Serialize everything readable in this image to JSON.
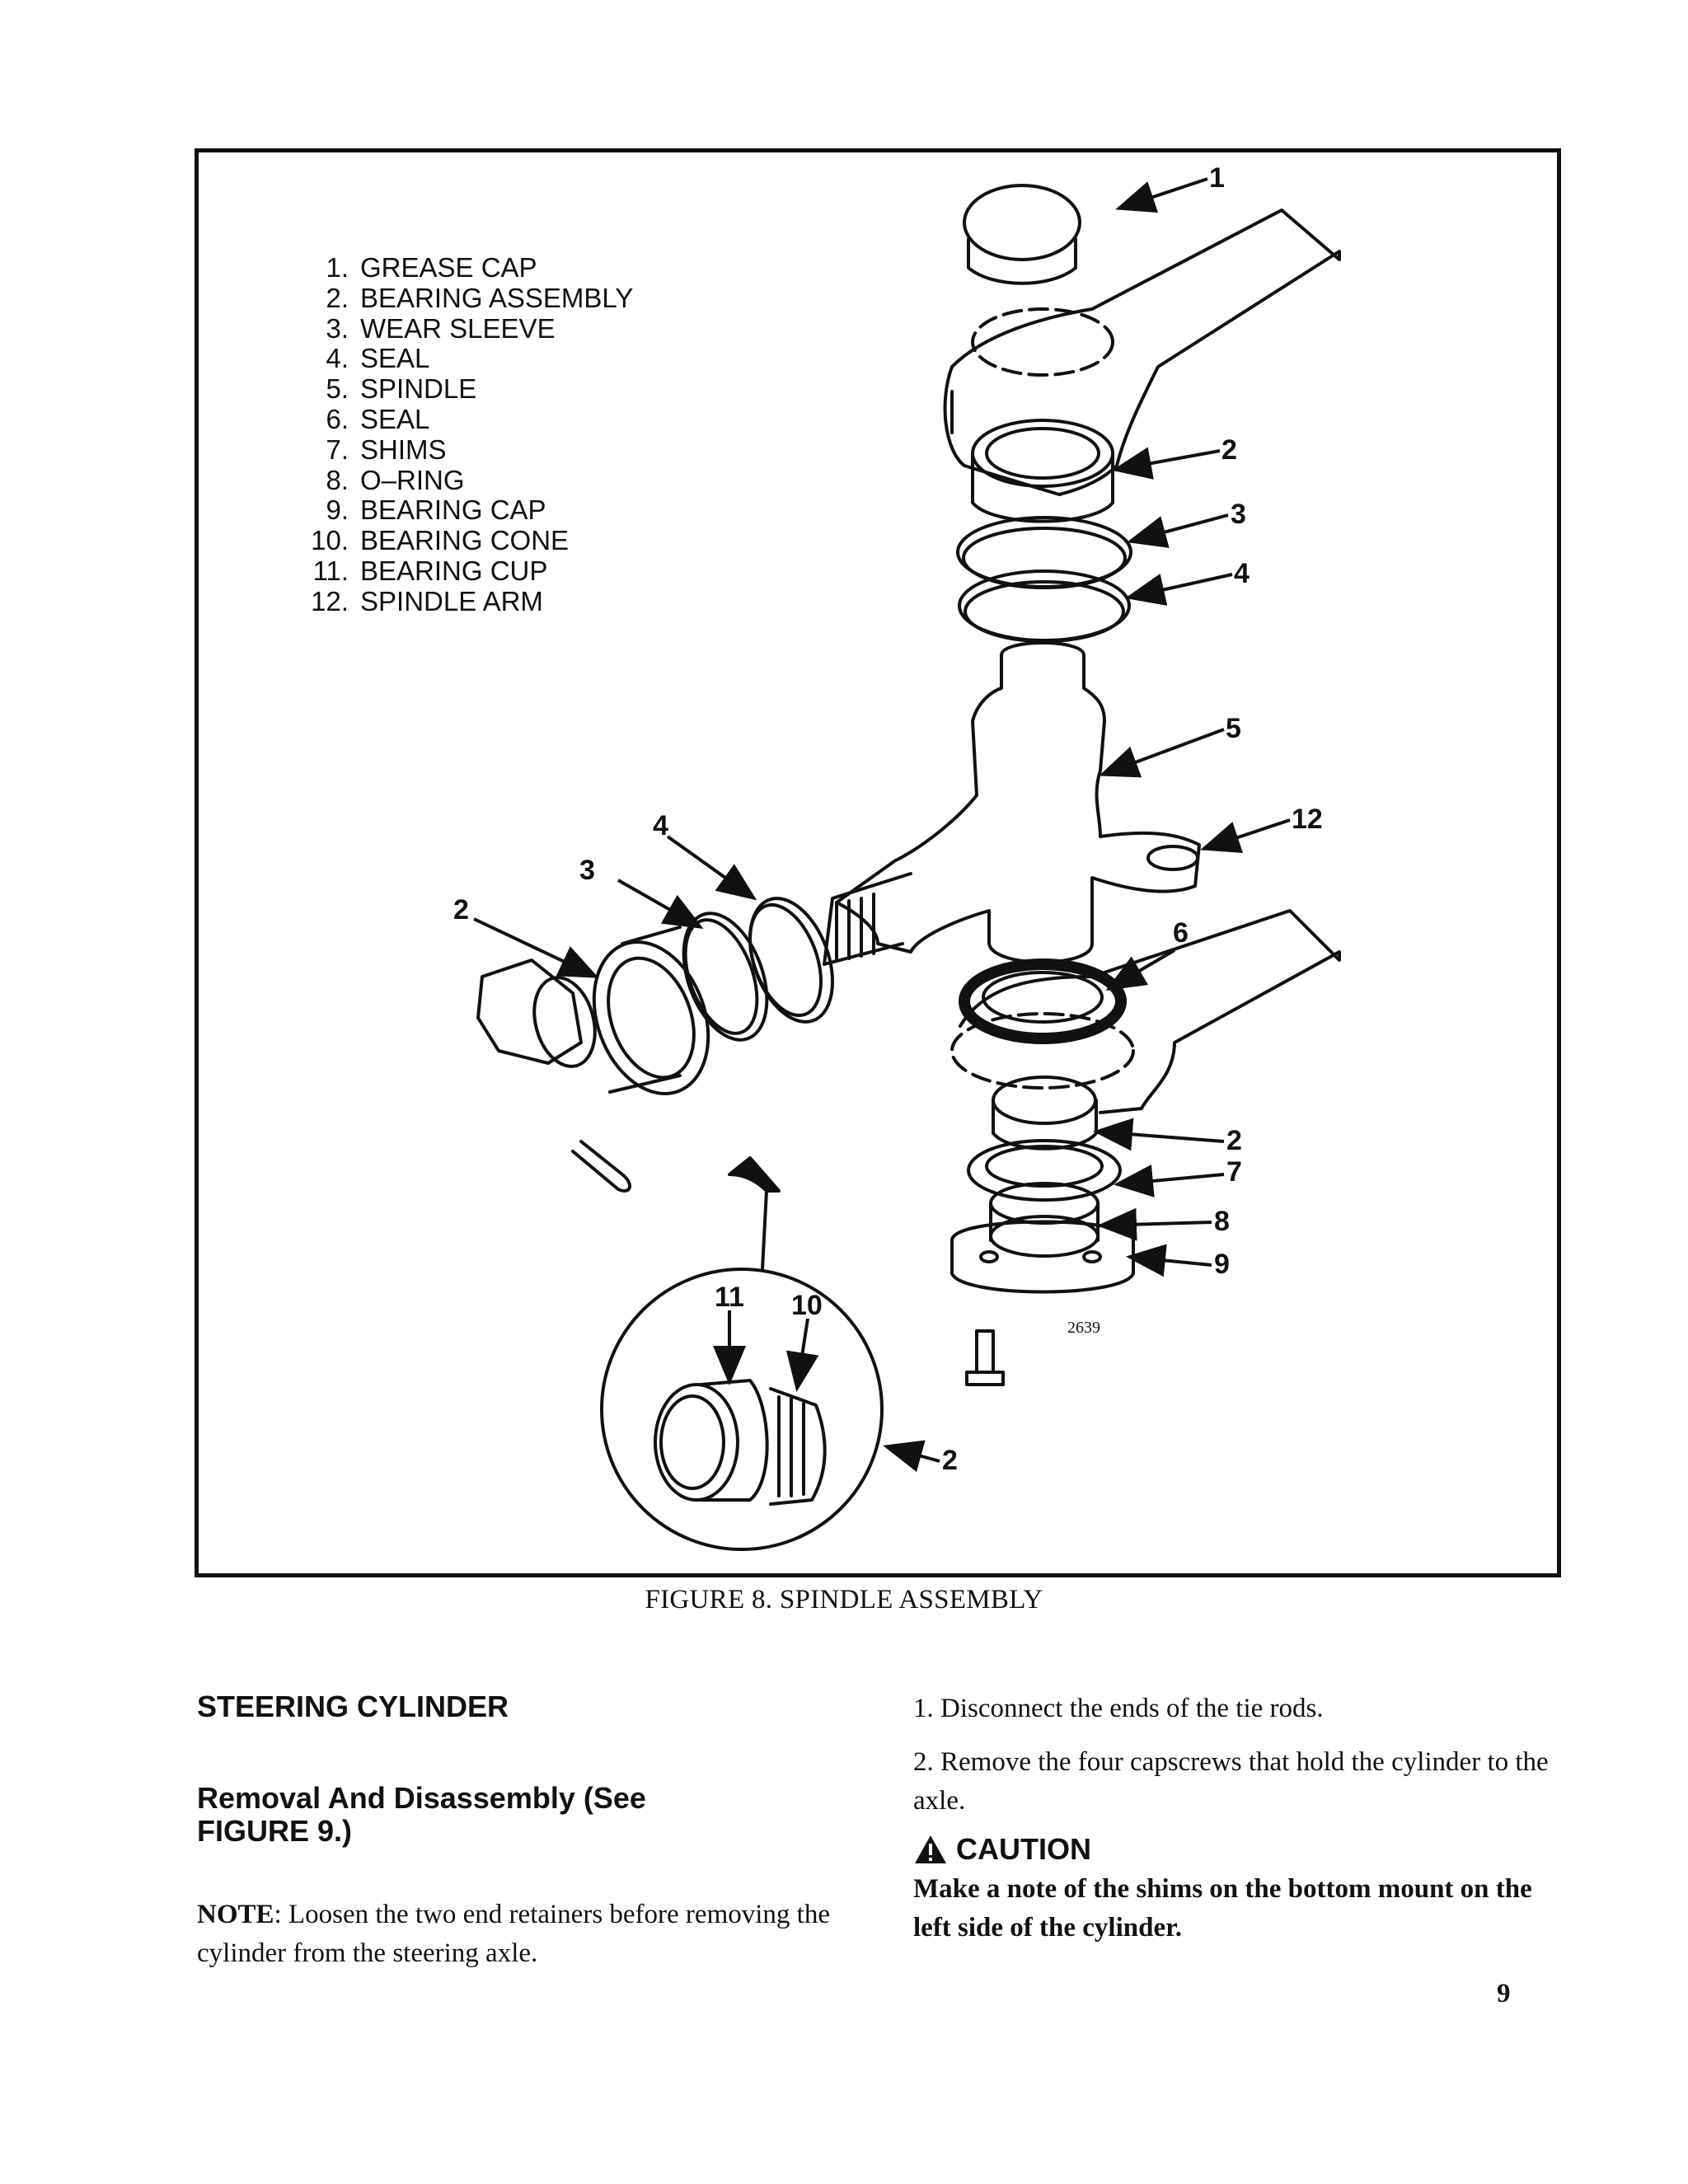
{
  "figure": {
    "legend": [
      {
        "num": "1.",
        "label": "GREASE CAP"
      },
      {
        "num": "2.",
        "label": "BEARING ASSEMBLY"
      },
      {
        "num": "3.",
        "label": "WEAR SLEEVE"
      },
      {
        "num": "4.",
        "label": "SEAL"
      },
      {
        "num": "5.",
        "label": "SPINDLE"
      },
      {
        "num": "6.",
        "label": "SEAL"
      },
      {
        "num": "7.",
        "label": "SHIMS"
      },
      {
        "num": "8.",
        "label": "O–RING"
      },
      {
        "num": "9.",
        "label": "BEARING CAP"
      },
      {
        "num": "10.",
        "label": "BEARING CONE"
      },
      {
        "num": "11.",
        "label": "BEARING CUP"
      },
      {
        "num": "12.",
        "label": "SPINDLE ARM"
      }
    ],
    "callouts": [
      "1",
      "2",
      "3",
      "4",
      "5",
      "12",
      "6",
      "2",
      "7",
      "8",
      "9",
      "4",
      "3",
      "2",
      "11",
      "10",
      "2"
    ],
    "drawing_number": "2639",
    "caption": "FIGURE 8. SPINDLE ASSEMBLY"
  },
  "left_column": {
    "heading": "STEERING CYLINDER",
    "subheading_line1": "Removal And Disassembly (See",
    "subheading_line2": "FIGURE 9.)",
    "note_label": "NOTE",
    "note_text": ": Loosen the two end retainers before removing the cylinder from the steering axle."
  },
  "right_column": {
    "step1": "1. Disconnect the ends of the tie rods.",
    "step2": "2. Remove the four capscrews that hold the cylinder to the axle.",
    "caution_title": "CAUTION",
    "caution_text": "Make a note of the shims on the bottom mount on the left side of the cylinder."
  },
  "page_number": "9"
}
